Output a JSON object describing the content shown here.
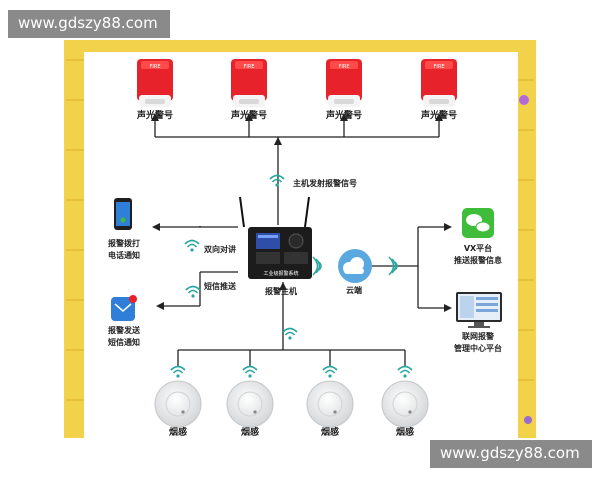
{
  "watermarks": {
    "top": "www.gdszy88.com",
    "bottom": "www.gdszy88.com"
  },
  "alarms": {
    "label": "声光警号",
    "badge": "FIRE",
    "count": 4
  },
  "host": {
    "label": "报警主机",
    "screen_text": "工业级报警系统"
  },
  "host_signal_label": "主机发射报警信号",
  "cloud_label": "云端",
  "links": {
    "two_way": "双向对讲",
    "sms_push": "短信推送"
  },
  "phone": {
    "line1": "报警拨打",
    "line2": "电话通知"
  },
  "sms": {
    "line1": "报警发送",
    "line2": "短信通知"
  },
  "wechat": {
    "line1": "VX平台",
    "line2": "推送报警信息"
  },
  "platform": {
    "line1": "联网报警",
    "line2": "管理中心平台"
  },
  "smoke": {
    "label": "烟感",
    "count": 4
  },
  "colors": {
    "alarm_red": "#e8222a",
    "wechat_green": "#3fbd3a",
    "border_yellow": "#f2d24a",
    "host_black": "#1c1c1c",
    "wifi_teal": "#2aa7a0",
    "cloud_blue": "#5aa8e0"
  }
}
